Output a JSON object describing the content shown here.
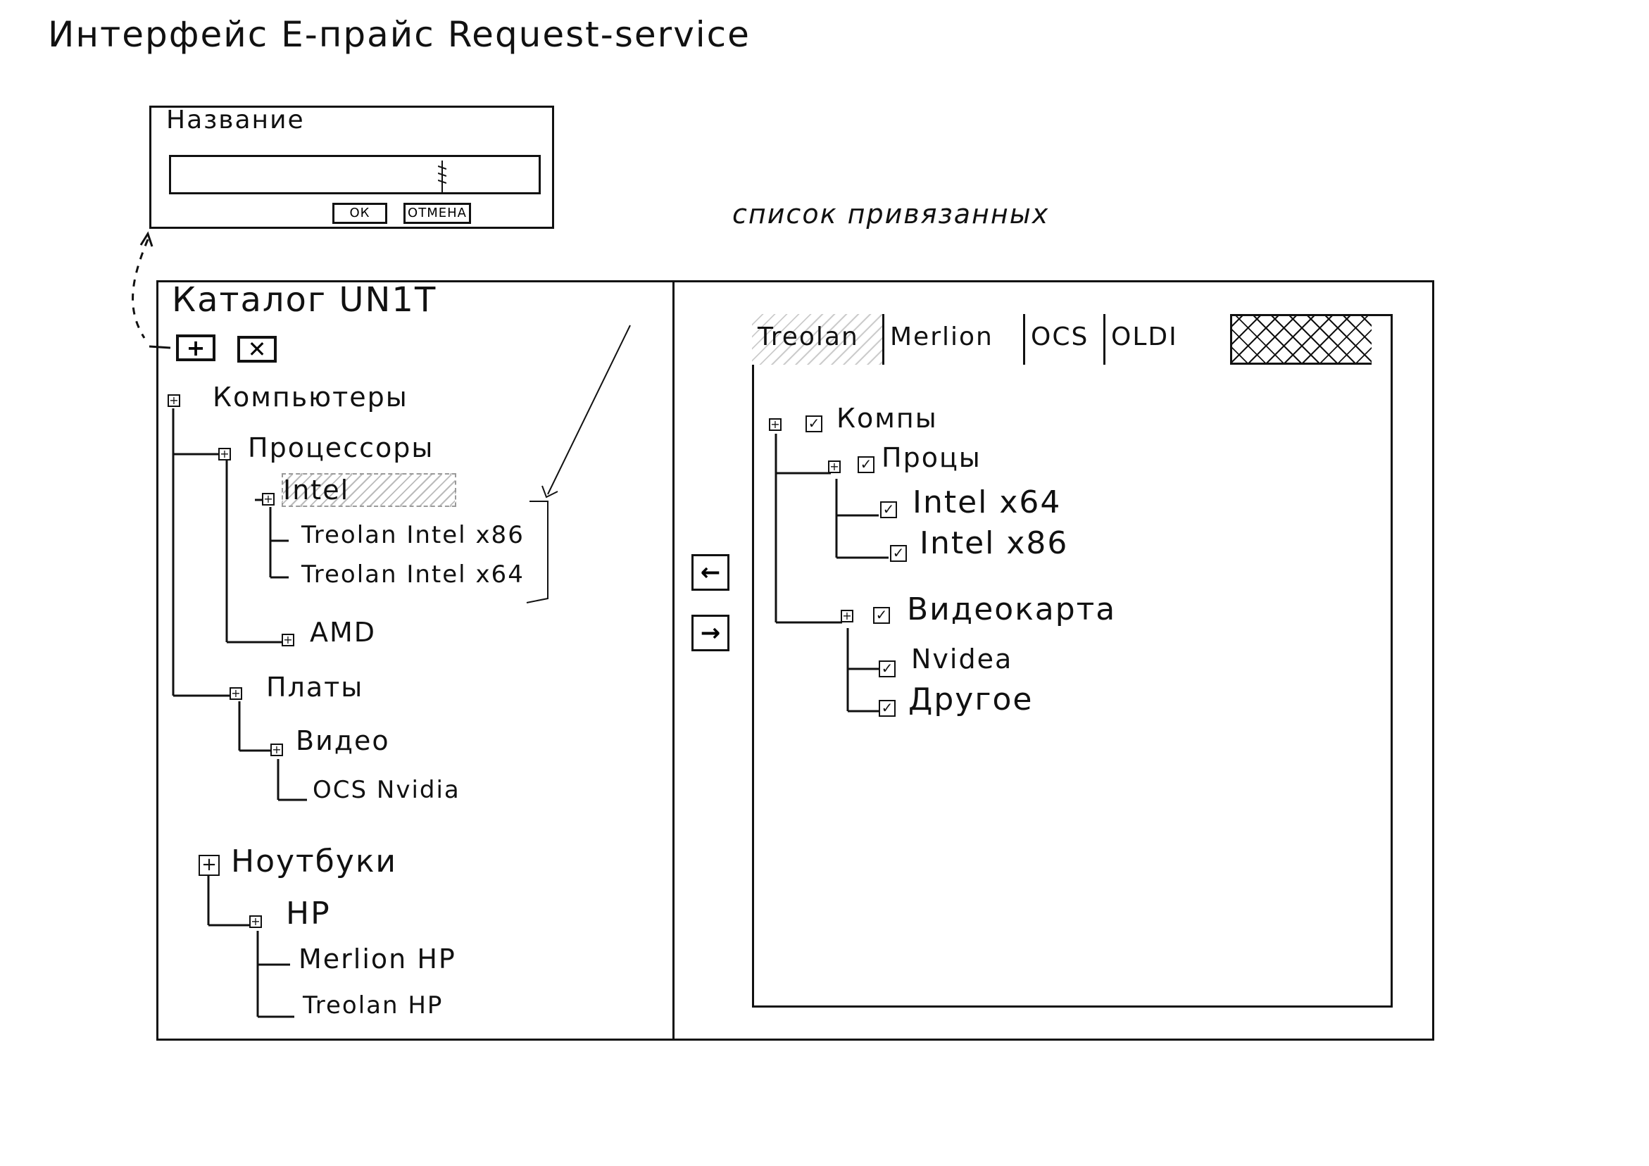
{
  "page": {
    "title": "Интерфейс E-прайс Request-service"
  },
  "name_dialog": {
    "label": "Название",
    "input_value": "",
    "ok_label": "ОК",
    "cancel_label": "ОТМЕНА"
  },
  "linked": {
    "heading": "список привязанных"
  },
  "catalog": {
    "title": "Каталог UN1T",
    "add_symbol": "+",
    "delete_symbol": "✕",
    "items": {
      "computers": "Компьютеры",
      "processors": "Процессоры",
      "intel": "Intel",
      "treolan_intel_x86": "Treolan Intel x86",
      "treolan_intel_x64": "Treolan Intel x64",
      "amd": "AMD",
      "boards": "Платы",
      "video": "Видео",
      "ocs_nvidia": "OCS Nvidia",
      "notebooks": "Ноутбуки",
      "hp": "HP",
      "merlion_hp": "Merlion HP",
      "treolan_hp": "Treolan HP"
    }
  },
  "transfer": {
    "left_symbol": "←",
    "right_symbol": "→"
  },
  "tabs": [
    "Treolan",
    "Merlion",
    "OCS",
    "OLDI"
  ],
  "linked_tree": {
    "comps": "Компы",
    "procs": "Процы",
    "intel_x64": "Intel x64",
    "intel_x86": "Intel x86",
    "videocard": "Видеокарта",
    "nvidea": "Nvidea",
    "other": "Другое"
  },
  "glyphs": {
    "expander": "+",
    "check": "✓"
  }
}
